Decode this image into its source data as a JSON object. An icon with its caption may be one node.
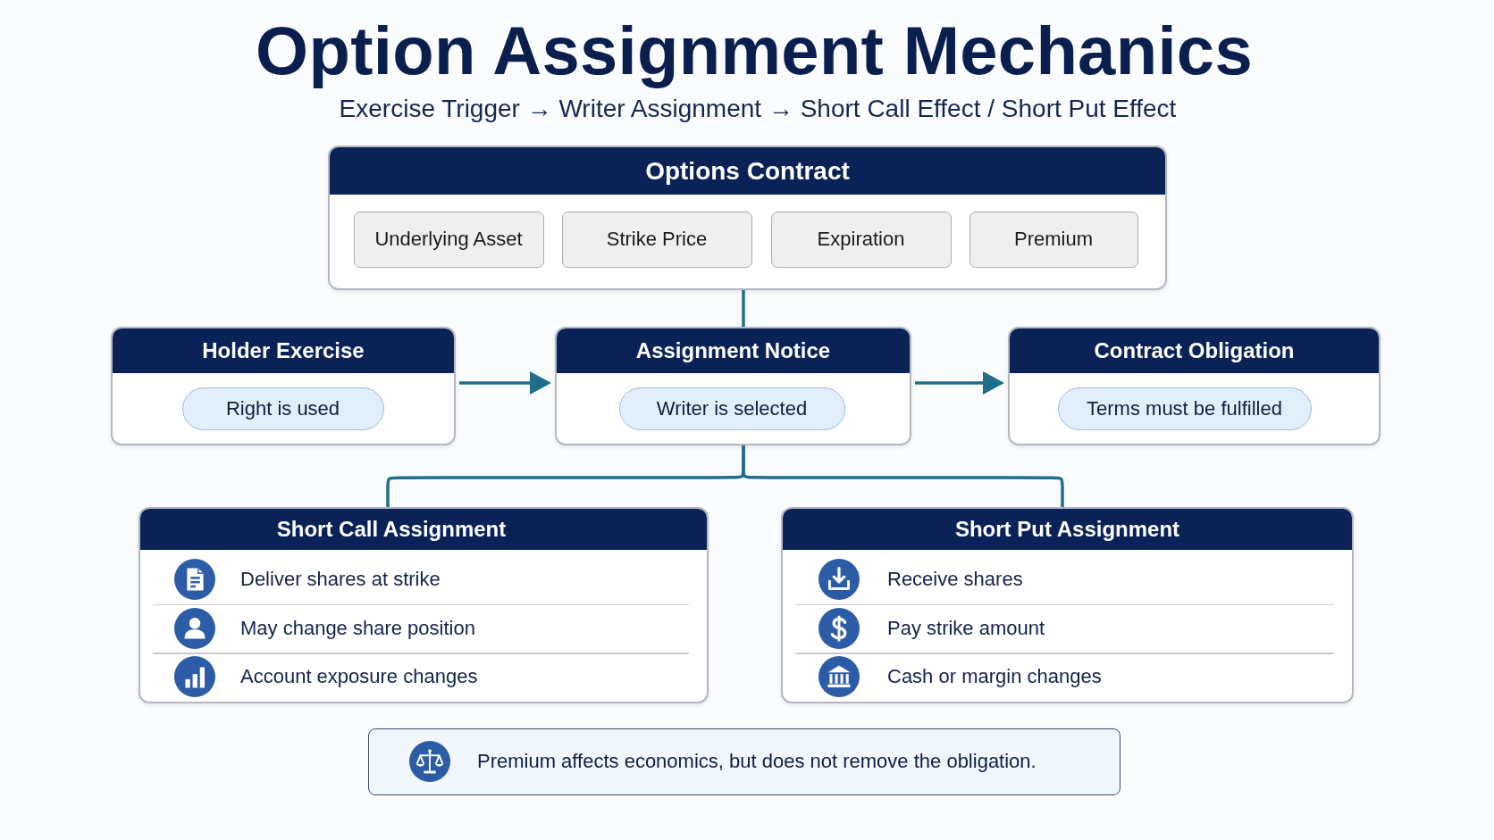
{
  "diagram": {
    "title": "Option Assignment Mechanics",
    "nodes": [
      {
        "text": [
          "Options Contract"
        ]
      },
      {
        "text": [
          "Underlying Asset"
        ],
        "in": 0
      },
      {
        "text": [
          "Strike Price"
        ],
        "in": 0
      },
      {
        "text": [
          "Expiration"
        ],
        "in": 0
      },
      {
        "text": [
          "Premium"
        ],
        "in": 0
      },
      {
        "text": [
          "Holder Exercise"
        ]
      },
      {
        "text": [
          "Right is used"
        ],
        "in": 5
      },
      {
        "text": [
          "Assignment Notice"
        ]
      },
      {
        "text": [
          "Writer is selected"
        ],
        "in": 7
      },
      {
        "text": [
          "Contract Obligation"
        ]
      },
      {
        "text": [
          "Terms must be fulfilled"
        ],
        "in": 9
      },
      {
        "text": [
          "Short Call Assignment",
          "Deliver shares at strike",
          "May change share position",
          "Account exposure changes"
        ]
      },
      {
        "text": [
          "Short Put Assignment",
          "Receive shares",
          "Pay strike amount",
          "Cash or margin changes"
        ]
      },
      {
        "text": [
          "Premium affects economics, but does not remove the obligation."
        ]
      }
    ],
    "edges": [
      {
        "from": 0,
        "to": 7,
        "arrow": "none"
      },
      {
        "from": 5,
        "to": 7,
        "arrow": "to"
      },
      {
        "from": 7,
        "to": 9,
        "arrow": "to"
      },
      {
        "from": 7,
        "to": 11,
        "arrow": "none"
      },
      {
        "from": 7,
        "to": 12,
        "arrow": "none"
      }
    ],
    "labels": [
      "Exercise Trigger → Writer Assignment → Short Call Effect / Short Put Effect"
    ]
  }
}
